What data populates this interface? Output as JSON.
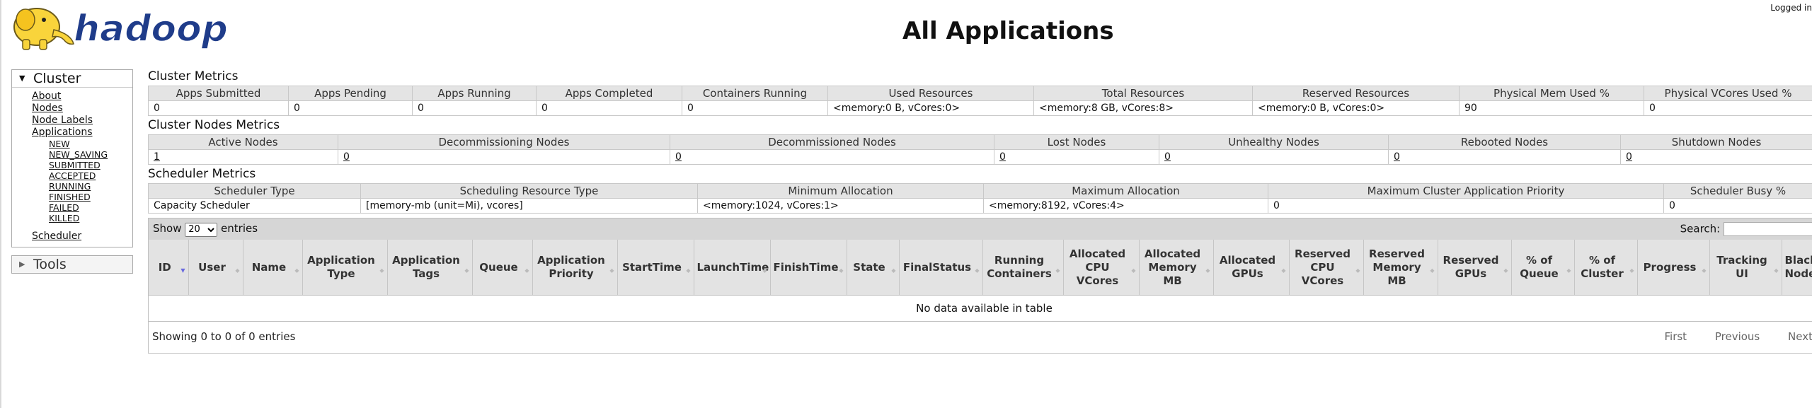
{
  "header": {
    "logo_text": "hadoop",
    "title": "All Applications",
    "logged_in": "Logged in"
  },
  "nav": {
    "cluster_label": "Cluster",
    "cluster_links": [
      "About",
      "Nodes",
      "Node Labels",
      "Applications"
    ],
    "app_states": [
      "NEW",
      "NEW_SAVING",
      "SUBMITTED",
      "ACCEPTED",
      "RUNNING",
      "FINISHED",
      "FAILED",
      "KILLED"
    ],
    "scheduler_label": "Scheduler",
    "tools_label": "Tools"
  },
  "cluster_metrics": {
    "title": "Cluster Metrics",
    "headers": [
      "Apps Submitted",
      "Apps Pending",
      "Apps Running",
      "Apps Completed",
      "Containers Running",
      "Used Resources",
      "Total Resources",
      "Reserved Resources",
      "Physical Mem Used %",
      "Physical VCores Used %"
    ],
    "values": [
      "0",
      "0",
      "0",
      "0",
      "0",
      "<memory:0 B, vCores:0>",
      "<memory:8 GB, vCores:8>",
      "<memory:0 B, vCores:0>",
      "90",
      "0"
    ]
  },
  "node_metrics": {
    "title": "Cluster Nodes Metrics",
    "headers": [
      "Active Nodes",
      "Decommissioning Nodes",
      "Decommissioned Nodes",
      "Lost Nodes",
      "Unhealthy Nodes",
      "Rebooted Nodes",
      "Shutdown Nodes"
    ],
    "values": [
      "1",
      "0",
      "0",
      "0",
      "0",
      "0",
      "0"
    ]
  },
  "scheduler_metrics": {
    "title": "Scheduler Metrics",
    "headers": [
      "Scheduler Type",
      "Scheduling Resource Type",
      "Minimum Allocation",
      "Maximum Allocation",
      "Maximum Cluster Application Priority",
      "Scheduler Busy %"
    ],
    "values": [
      "Capacity Scheduler",
      "[memory-mb (unit=Mi), vcores]",
      "<memory:1024, vCores:1>",
      "<memory:8192, vCores:4>",
      "0",
      "0"
    ]
  },
  "apps_table": {
    "show_label": "Show",
    "entries_label": "entries",
    "page_size": "20",
    "search_label": "Search:",
    "columns": [
      "ID",
      "User",
      "Name",
      "Application Type",
      "Application Tags",
      "Queue",
      "Application Priority",
      "StartTime",
      "LaunchTime",
      "FinishTime",
      "State",
      "FinalStatus",
      "Running Containers",
      "Allocated CPU VCores",
      "Allocated Memory MB",
      "Allocated GPUs",
      "Reserved CPU VCores",
      "Reserved Memory MB",
      "Reserved GPUs",
      "% of Queue",
      "% of Cluster",
      "Progress",
      "Tracking UI",
      "Blacklisted Nodes"
    ],
    "empty_message": "No data available in table",
    "info": "Showing 0 to 0 of 0 entries",
    "pager": [
      "First",
      "Previous",
      "Next"
    ]
  },
  "colors": {
    "header_bg": "#e4e4e4",
    "toolbar_bg": "#d6d6d6",
    "sort_active": "#6a6adf",
    "logo_yellow": "#f9d43b",
    "logo_blue": "#1f3c8a"
  }
}
